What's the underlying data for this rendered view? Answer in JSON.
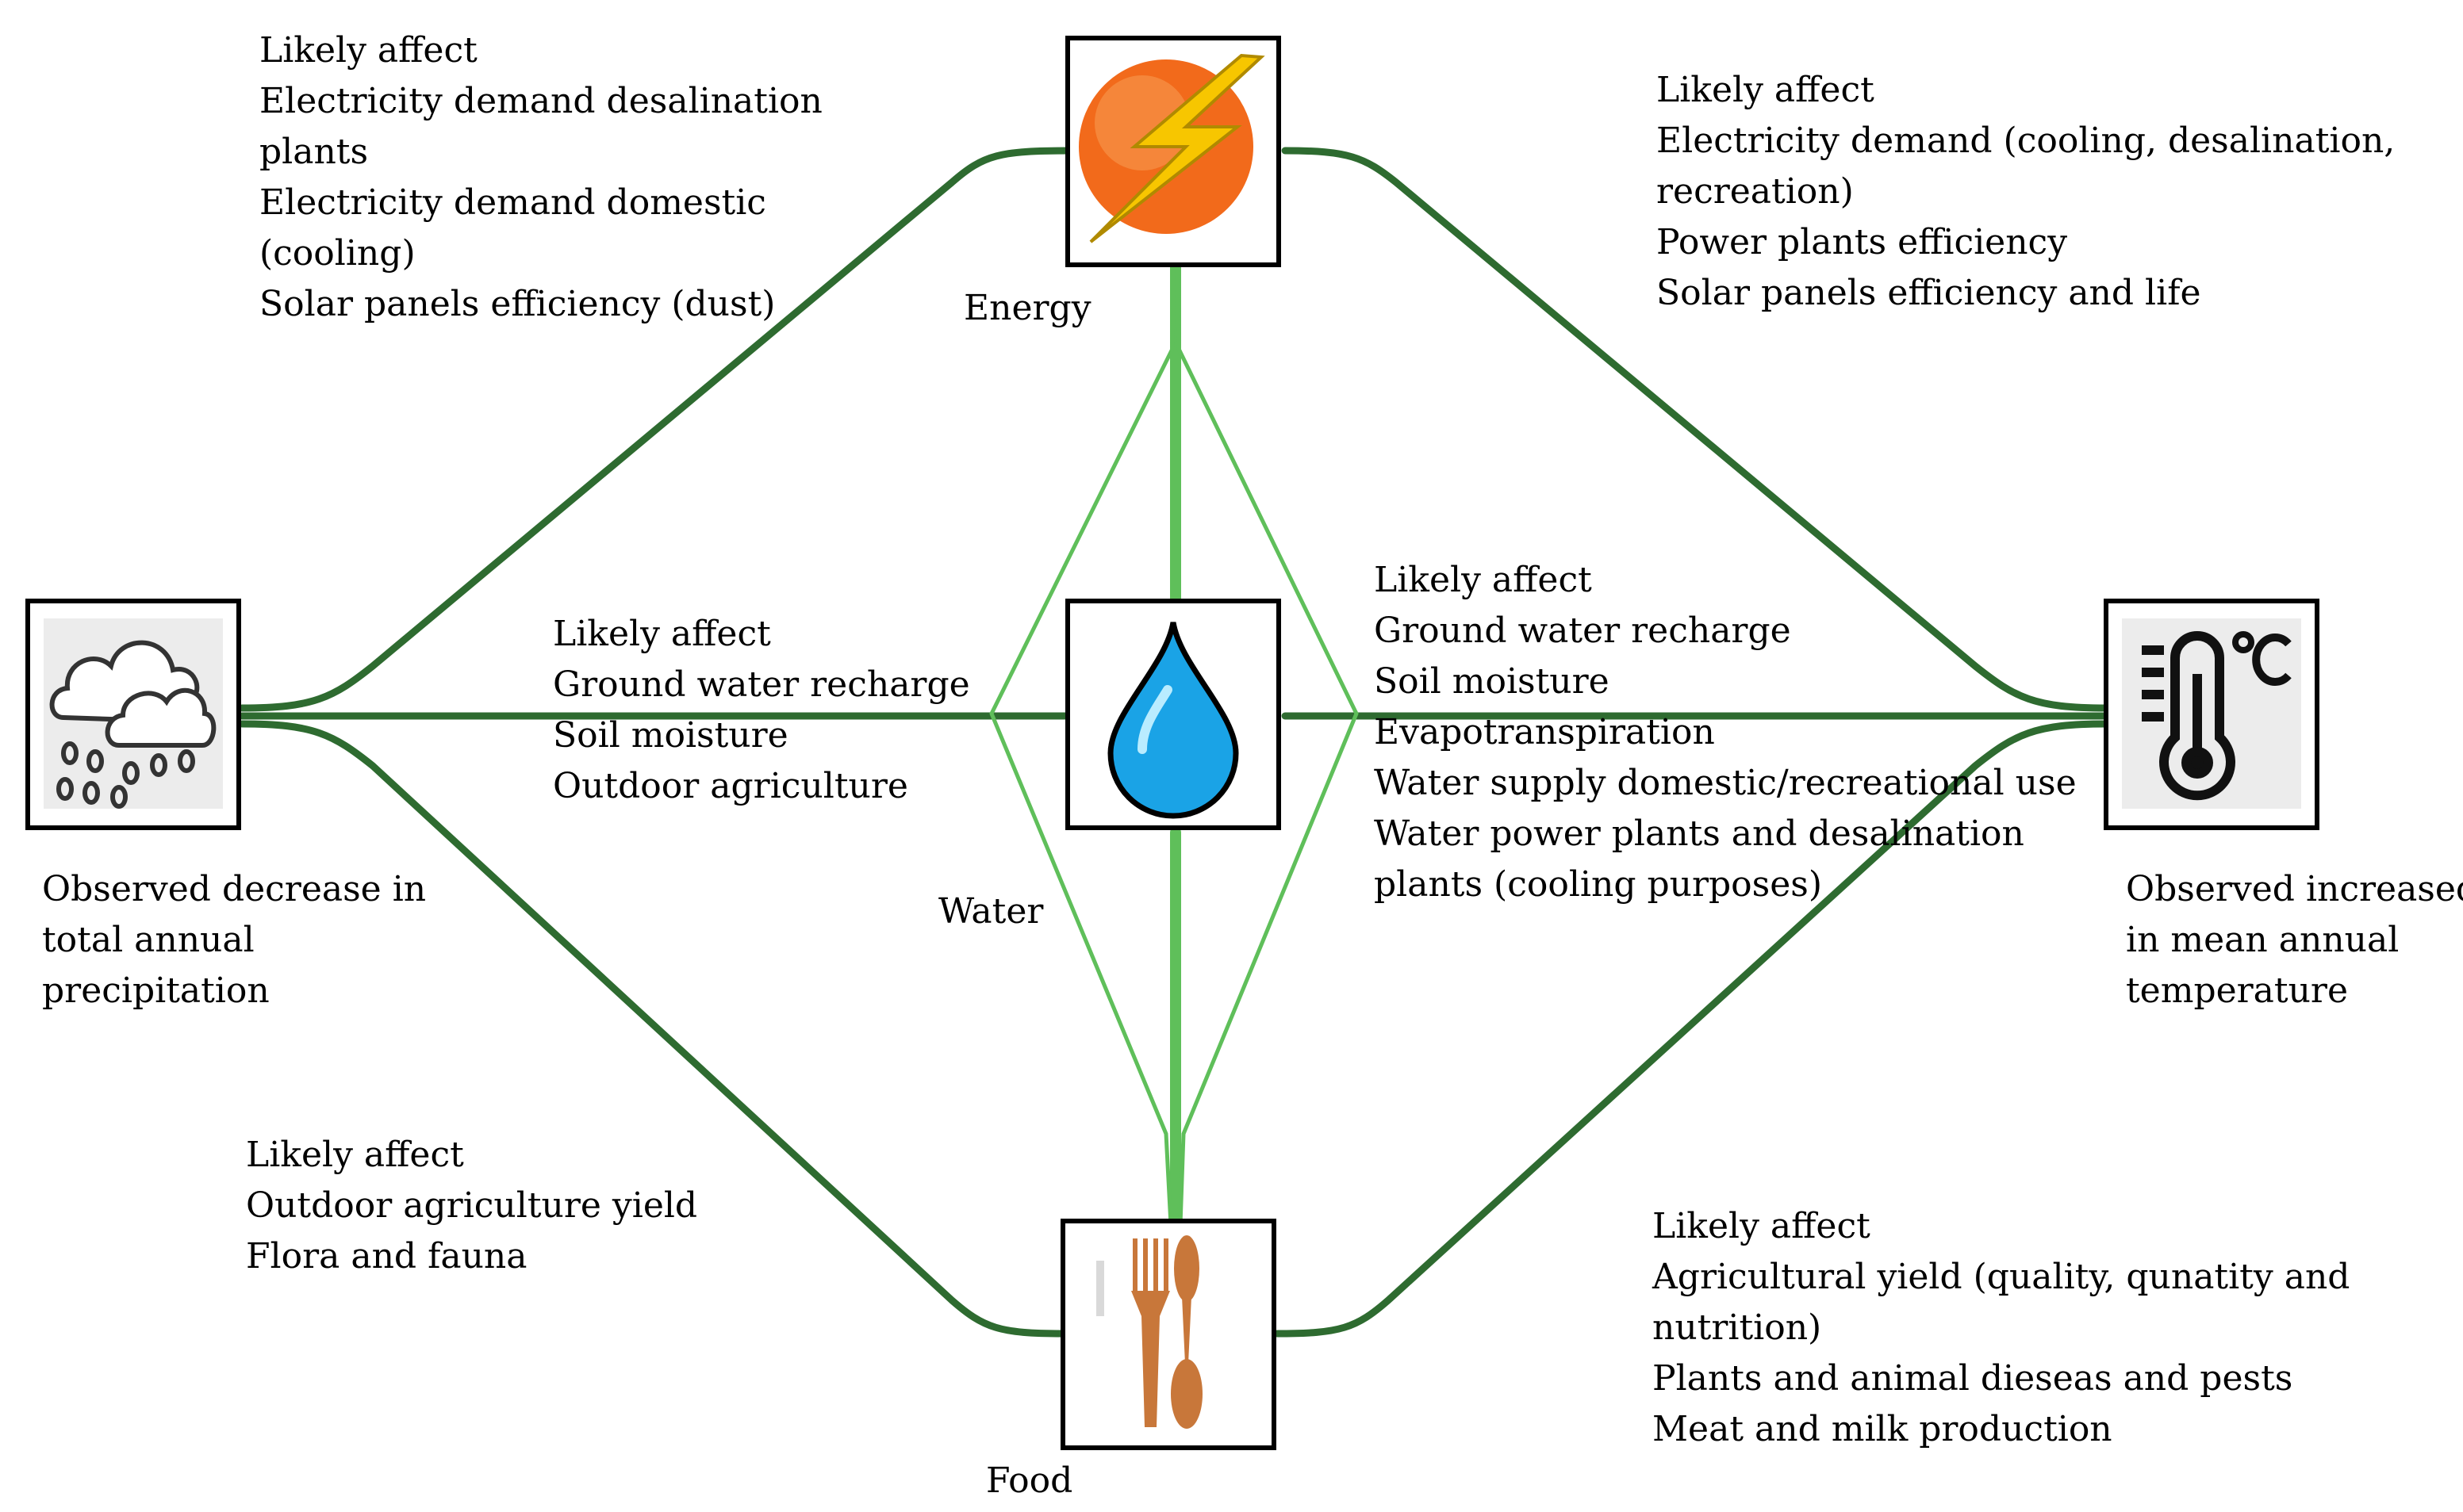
{
  "nodes": {
    "energy": {
      "label": "Energy",
      "icon": "lightning-bolt-icon"
    },
    "water": {
      "label": "Water",
      "icon": "water-drop-icon"
    },
    "food": {
      "label": "Food",
      "icon": "fork-spoon-icon"
    },
    "precipitation": {
      "label_lines": [
        "Observed decrease in",
        "total annual",
        "precipitation"
      ],
      "icon": "rain-cloud-icon"
    },
    "temperature": {
      "label_lines": [
        "Observed increased",
        "in mean annual",
        "temperature"
      ],
      "icon": "thermometer-icon"
    }
  },
  "effects": {
    "top_left": [
      "Likely affect",
      "Electricity demand desalination",
      "plants",
      "Electricity demand domestic",
      "(cooling)",
      "Solar panels efficiency (dust)"
    ],
    "top_right": [
      "Likely affect",
      "Electricity demand (cooling, desalination,",
      "recreation)",
      "Power plants efficiency",
      "Solar panels efficiency and life"
    ],
    "mid_left": [
      "Likely affect",
      "Ground water recharge",
      "Soil moisture",
      "Outdoor agriculture"
    ],
    "mid_right": [
      "Likely affect",
      "Ground water recharge",
      "Soil moisture",
      "Evapotranspiration",
      "Water supply domestic/recreational use",
      "Water power plants and desalination",
      "plants (cooling purposes)"
    ],
    "bottom_left": [
      "Likely affect",
      "Outdoor agriculture yield",
      "Flora and fauna"
    ],
    "bottom_right": [
      "Likely affect",
      "Agricultural yield (quality, qunatity and",
      "nutrition)",
      "Plants and animal dieseas and pests",
      "Meat and milk production"
    ]
  },
  "colors": {
    "dark_line": "#2e6b30",
    "light_line": "#5fbf5a",
    "box_border": "#000000",
    "icon_bg": "#ececec",
    "bolt_orange": "#f26a1b",
    "bolt_yellow": "#f7c600",
    "water_blue": "#1aa3e6",
    "utensil_brown": "#c8773a"
  }
}
